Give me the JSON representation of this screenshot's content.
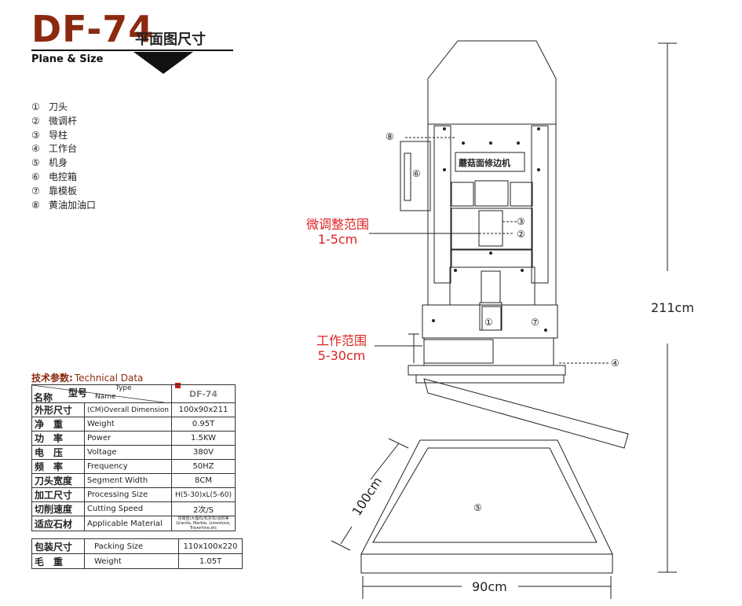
{
  "header": {
    "model": "DF-74",
    "subtitle_cn": "平面图尺寸",
    "subtitle_en": "Plane & Size"
  },
  "legend": [
    {
      "num": "①",
      "label": "刀头"
    },
    {
      "num": "②",
      "label": "微调杆"
    },
    {
      "num": "③",
      "label": "导柱"
    },
    {
      "num": "④",
      "label": "工作台"
    },
    {
      "num": "⑤",
      "label": "机身"
    },
    {
      "num": "⑥",
      "label": "电控箱"
    },
    {
      "num": "⑦",
      "label": "靠模板"
    },
    {
      "num": "⑧",
      "label": "黄油加油口"
    }
  ],
  "tech": {
    "title_cn": "技术参数:",
    "title_en": "Technical Data",
    "header": {
      "cn_name": "名称",
      "cn_type": "型号",
      "en_type": "Type",
      "en_name": "Name",
      "value": "DF-74"
    },
    "rows": [
      {
        "cn": "外形尺寸",
        "en": "(CM)Overall Dimension",
        "value": "100x90x211"
      },
      {
        "cn": "净　重",
        "en": "Weight",
        "value": "0.95T"
      },
      {
        "cn": "功　率",
        "en": "Power",
        "value": "1.5KW"
      },
      {
        "cn": "电　压",
        "en": "Voltage",
        "value": "380V"
      },
      {
        "cn": "频　率",
        "en": "Frequency",
        "value": "50HZ"
      },
      {
        "cn": "刀头宽度",
        "en": "Segment Width",
        "value": "8CM"
      },
      {
        "cn": "加工尺寸",
        "en": "Processing Size",
        "value": "H(5-30)xL(5-60)"
      },
      {
        "cn": "切削速度",
        "en": "Cutting Speed",
        "value": "2次/S"
      },
      {
        "cn": "适应石材",
        "en": "Applicable Material",
        "value": "花岗岩/大理石/石灰石/洞石等 Granite, Marble, Limestone, Travertine,etc"
      }
    ],
    "rows2": [
      {
        "cn": "包装尺寸",
        "en": "Packing Size",
        "value": "110x100x220"
      },
      {
        "cn": "毛　重",
        "en": "Weight",
        "value": "1.05T"
      }
    ]
  },
  "drawing": {
    "machine_label": "蘑菇面修边机",
    "adjust_range_title": "微调整范围",
    "adjust_range_value": "1-5cm",
    "work_range_title": "工作范围",
    "work_range_value": "5-30cm",
    "height_dim": "211cm",
    "depth_dim": "100cm",
    "width_dim": "90cm",
    "markers": {
      "m1": "①",
      "m2": "②",
      "m3": "③",
      "m4": "④",
      "m5": "⑤",
      "m6": "⑥",
      "m7": "⑦",
      "m8": "⑧"
    }
  }
}
